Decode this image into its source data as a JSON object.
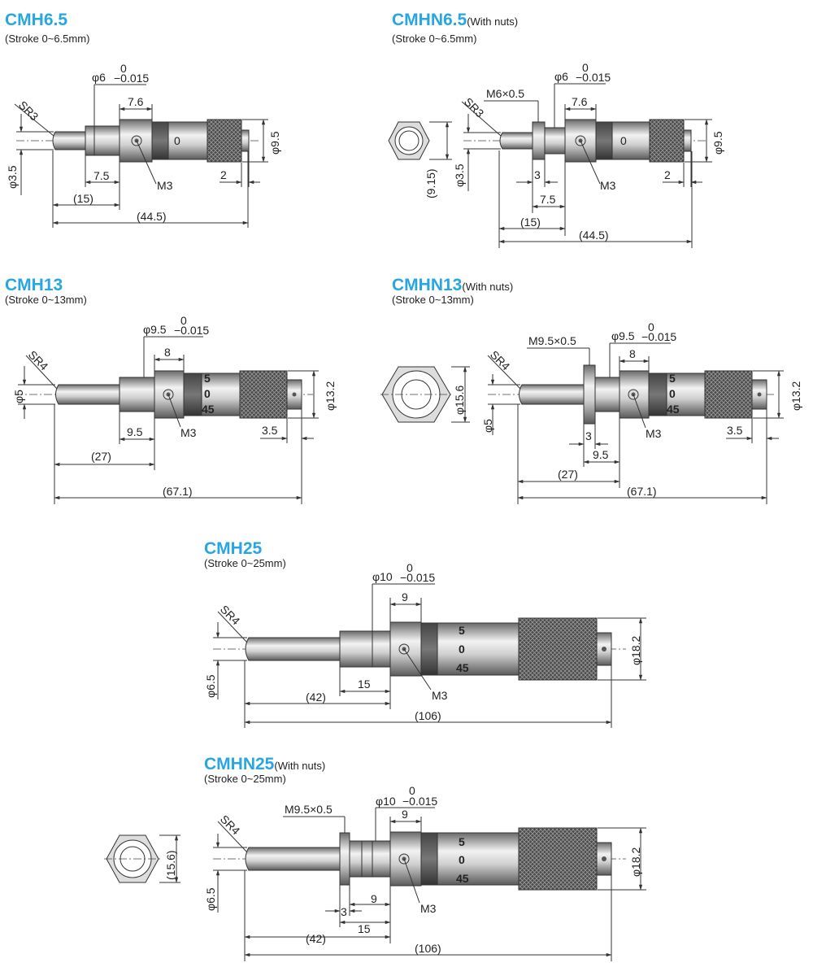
{
  "colors": {
    "title": "#27a6e1",
    "body_dark": "#555555",
    "body_light": "#e6e6e6",
    "knurl": "#4a4a4a"
  },
  "models": [
    {
      "name": "CMH6.5",
      "note": "",
      "stroke": "(Stroke 0~6.5mm)",
      "labels": {
        "sr": "SR3",
        "shank_dia": "φ6",
        "tol_up": "0",
        "tol_low": "−0.015",
        "width": "7.6",
        "thimble_dia": "φ9.5",
        "spindle_dia": "φ3.5",
        "shank_len": "7.5",
        "screw": "M3",
        "end_len": "2",
        "reach": "(15)",
        "overall": "(44.5)"
      }
    },
    {
      "name": "CMHN6.5",
      "note": "(With nuts)",
      "stroke": "(Stroke 0~6.5mm)",
      "labels": {
        "nut_thread": "M6×0.5",
        "sr": "SR3",
        "shank_dia": "φ6",
        "tol_up": "0",
        "tol_low": "−0.015",
        "width": "7.6",
        "thimble_dia": "φ9.5",
        "nut_size": "(9.15)",
        "spindle_dia": "φ3.5",
        "nut_th": "3",
        "shank_len": "7.5",
        "screw": "M3",
        "end_len": "2",
        "reach": "(15)",
        "overall": "(44.5)"
      }
    },
    {
      "name": "CMH13",
      "note": "",
      "stroke": "(Stroke 0~13mm)",
      "labels": {
        "sr": "SR4",
        "shank_dia": "φ9.5",
        "tol_up": "0",
        "tol_low": "−0.015",
        "width": "8",
        "thimble_dia": "φ13.2",
        "spindle_dia": "φ5",
        "shank_len": "9.5",
        "screw": "M3",
        "end_len": "3.5",
        "reach": "(27)",
        "overall": "(67.1)",
        "s5": "5",
        "s0": "0",
        "s45": "45"
      }
    },
    {
      "name": "CMHN13",
      "note": "(With nuts)",
      "stroke": "(Stroke 0~13mm)",
      "labels": {
        "nut_thread": "M9.5×0.5",
        "sr": "SR4",
        "shank_dia": "φ9.5",
        "tol_up": "0",
        "tol_low": "−0.015",
        "width": "8",
        "thimble_dia": "φ13.2",
        "nut_size": "φ15.6",
        "spindle_dia": "φ5",
        "nut_th": "3",
        "shank_len": "9.5",
        "screw": "M3",
        "end_len": "3.5",
        "reach": "(27)",
        "overall": "(67.1)",
        "s5": "5",
        "s0": "0",
        "s45": "45"
      }
    },
    {
      "name": "CMH25",
      "note": "",
      "stroke": "(Stroke 0~25mm)",
      "labels": {
        "sr": "SR4",
        "shank_dia": "φ10",
        "tol_up": "0",
        "tol_low": "−0.015",
        "width": "9",
        "thimble_dia": "φ18.2",
        "spindle_dia": "φ6.5",
        "shank_len": "15",
        "screw": "M3",
        "reach": "(42)",
        "overall": "(106)",
        "s5": "5",
        "s0": "0",
        "s45": "45"
      }
    },
    {
      "name": "CMHN25",
      "note": "(With nuts)",
      "stroke": "(Stroke 0~25mm)",
      "labels": {
        "nut_thread": "M9.5×0.5",
        "sr": "SR4",
        "shank_dia": "φ10",
        "tol_up": "0",
        "tol_low": "−0.015",
        "width": "9",
        "thimble_dia": "φ18.2",
        "nut_size": "(15.6)",
        "spindle_dia": "φ6.5",
        "nut_th": "3",
        "shank_len": "9",
        "shank_len2": "15",
        "screw": "M3",
        "reach": "(42)",
        "overall": "(106)",
        "s5": "5",
        "s0": "0",
        "s45": "45"
      }
    }
  ]
}
